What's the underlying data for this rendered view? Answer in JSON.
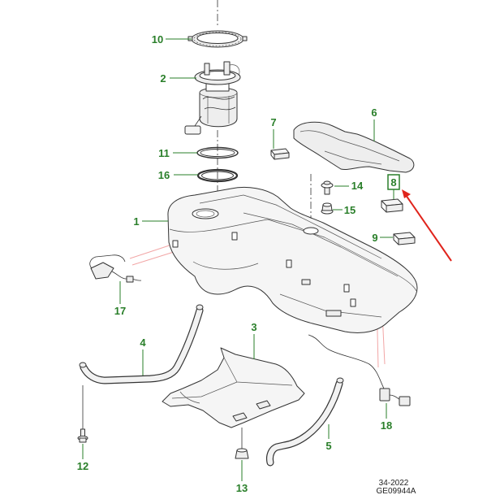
{
  "callouts": [
    {
      "label": "10"
    },
    {
      "label": "2"
    },
    {
      "label": "11"
    },
    {
      "label": "16"
    },
    {
      "label": "1"
    },
    {
      "label": "17"
    },
    {
      "label": "4"
    },
    {
      "label": "12"
    },
    {
      "label": "3"
    },
    {
      "label": "13"
    },
    {
      "label": "7"
    },
    {
      "label": "6"
    },
    {
      "label": "8",
      "selected": true
    },
    {
      "label": "14"
    },
    {
      "label": "15"
    },
    {
      "label": "9"
    },
    {
      "label": "18"
    },
    {
      "label": "5"
    }
  ],
  "footer": {
    "sheet": "34-2022",
    "reference": "GE09944A"
  },
  "colors": {
    "callout": "#2a7f2a",
    "arrow": "#e0241c",
    "line": "#333333",
    "pink": "#f2a6a6"
  }
}
